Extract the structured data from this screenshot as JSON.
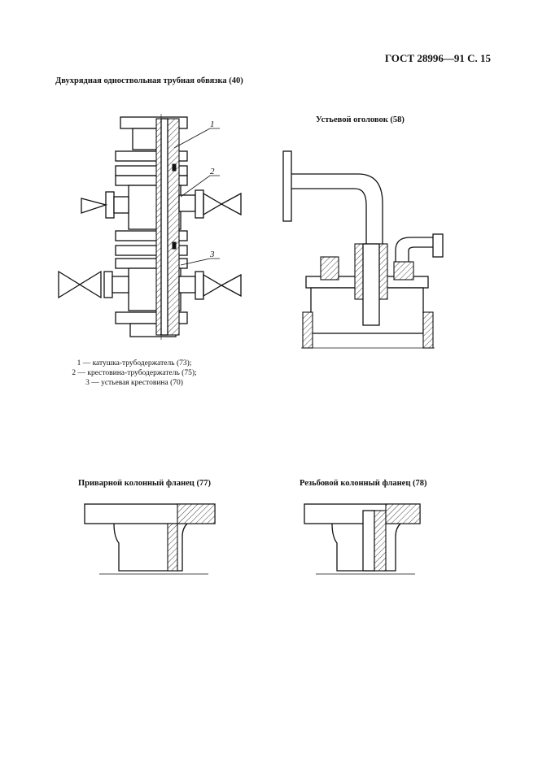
{
  "header": {
    "text": "ГОСТ 28996—91 С. 15"
  },
  "figures": [
    {
      "caption": "Двухрядная одноствольная трубная обвязка (40)",
      "callouts": [
        "1",
        "2",
        "3"
      ]
    },
    {
      "caption": "Устьевой оголовок (58)"
    },
    {
      "caption": "Приварной колонный фланец (77)"
    },
    {
      "caption": "Резьбовой колонный фланец (78)"
    }
  ],
  "legend": [
    "1 — катушка-трубодержатель (73);",
    "2 — крестовина-трубодержатель (75);",
    "3 — устьевая крестовина (70)"
  ]
}
